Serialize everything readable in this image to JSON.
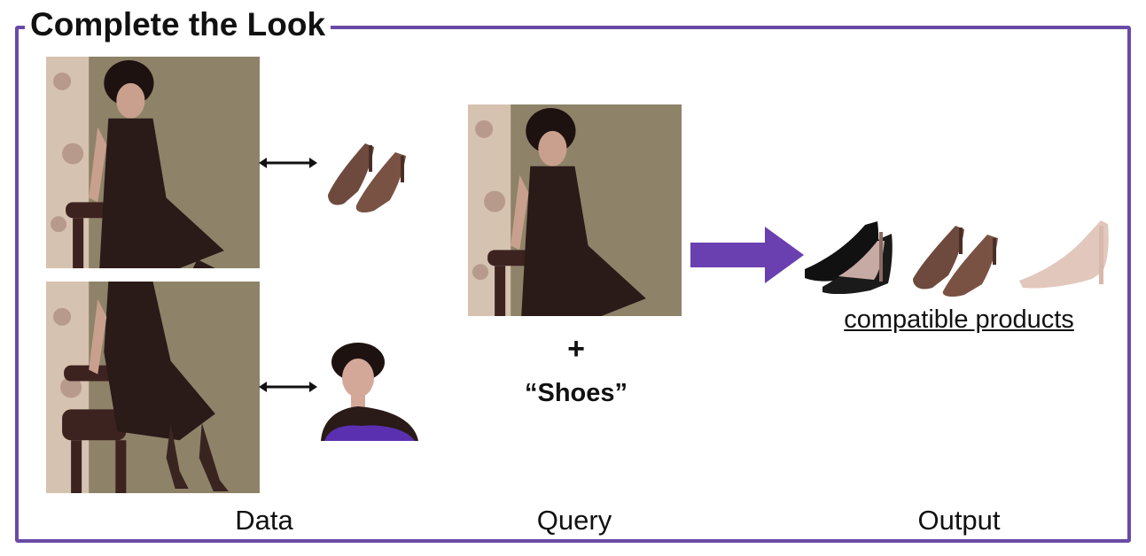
{
  "title": "Complete the Look",
  "query": {
    "plus": "+",
    "category": "“Shoes”"
  },
  "output": {
    "caption": "compatible products"
  },
  "columns": {
    "data": "Data",
    "query": "Query",
    "output": "Output"
  },
  "colors": {
    "frame": "#6a4aa6",
    "arrow": "#6a3fb0",
    "photo_bg": "#8c8068",
    "dress": "#2a1a18",
    "chair": "#3c2320"
  },
  "icons": {
    "pair_link": "double-headed-arrow",
    "query_arrow": "right-arrow"
  }
}
